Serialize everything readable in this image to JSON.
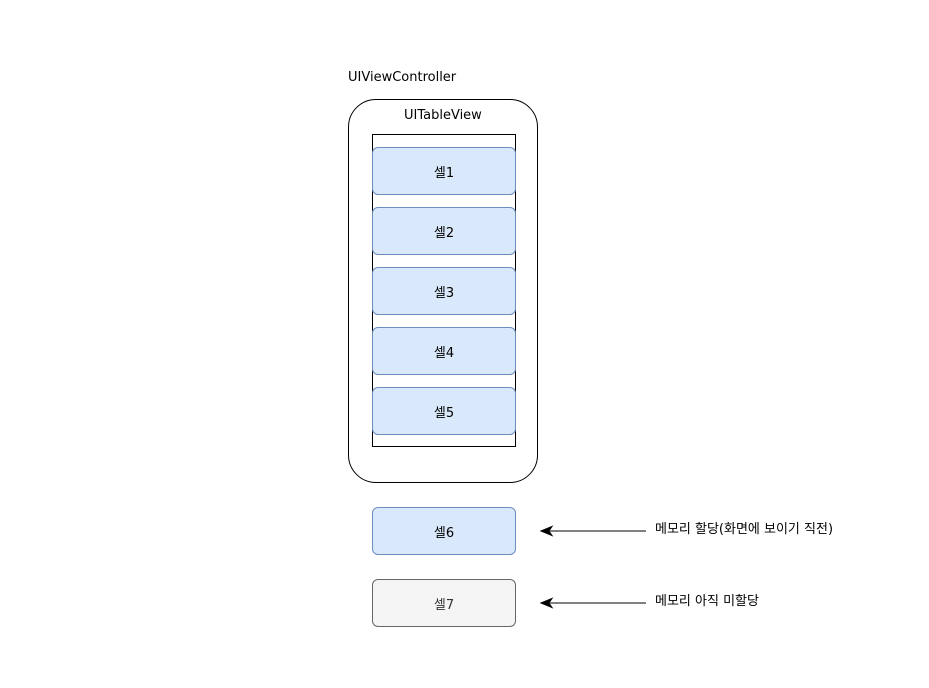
{
  "view_controller": {
    "label": "UIViewController"
  },
  "table_view": {
    "label": "UITableView"
  },
  "cells": [
    {
      "label": "셀1"
    },
    {
      "label": "셀2"
    },
    {
      "label": "셀3"
    },
    {
      "label": "셀4"
    },
    {
      "label": "셀5"
    }
  ],
  "offscreen": {
    "allocated_cell": {
      "label": "셀6",
      "note": "메모리 할당(화면에 보이기 직전)"
    },
    "unallocated_cell": {
      "label": "셀7",
      "note": "메모리 아직 미할당"
    }
  },
  "colors": {
    "allocated_fill": "#dae8fc",
    "allocated_stroke": "#6c8ebf",
    "unallocated_fill": "#f5f5f5",
    "unallocated_stroke": "#666666"
  }
}
